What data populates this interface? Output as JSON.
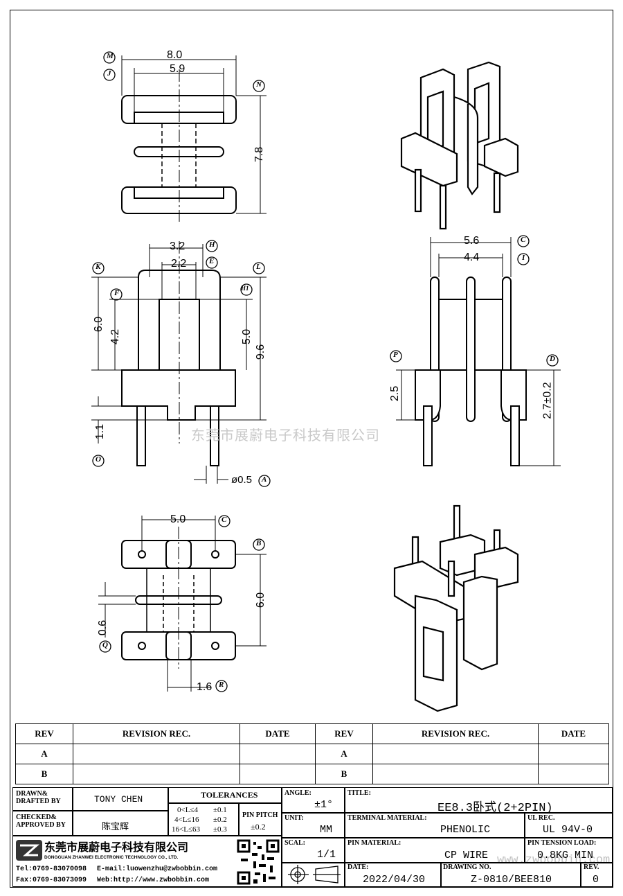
{
  "watermark": "东莞市展蔚电子科技有限公司",
  "watermark_url": "www.zwbobbin.com",
  "dims": {
    "top_view": {
      "width_outer": "8.0",
      "width_inner": "5.9",
      "height": "7.8",
      "M": "M",
      "J": "J",
      "N": "N"
    },
    "front_view": {
      "w1": "3.2",
      "w2": "2.2",
      "h_left": "6.0",
      "h_inner": "4.2",
      "h_right": "5.0",
      "h_total": "9.6",
      "pin_len": "1.1",
      "pin_dia": "ø0.5",
      "K": "K",
      "F": "F",
      "H": "H",
      "E": "E",
      "L": "L",
      "H1": "H1",
      "O": "O",
      "A": "A"
    },
    "side_view": {
      "w_outer": "5.6",
      "w_inner": "4.4",
      "h_left": "2.5",
      "h_right": "2.7±0.2",
      "C": "C",
      "I": "I",
      "P": "P",
      "D": "D"
    },
    "bottom_view": {
      "pitch": "5.0",
      "height": "6.0",
      "slot": "0.6",
      "width": "1.6",
      "C": "C",
      "B": "B",
      "Q": "Q",
      "R": "R"
    }
  },
  "revision_table": {
    "headers": [
      "REV",
      "REVISION REC.",
      "DATE",
      "REV",
      "REVISION REC.",
      "DATE"
    ],
    "rows": [
      [
        "A",
        "",
        "",
        "A",
        "",
        ""
      ],
      [
        "B",
        "",
        "",
        "B",
        "",
        ""
      ]
    ]
  },
  "title_block": {
    "drawn_label": "DRAWN&\nDRAFTED BY",
    "drawn_value": "TONY CHEN",
    "checked_label": "CHECKED&\nAPPROVED BY",
    "checked_value": "陈宝辉",
    "tolerances_label": "TOLERANCES",
    "tol_rows": [
      [
        "0<L≤4",
        "±0.1"
      ],
      [
        "4<L≤16",
        "±0.2"
      ],
      [
        "16<L≤63",
        "±0.3"
      ]
    ],
    "pin_pitch_label": "PIN PITCH",
    "pin_pitch_value": "±0.2",
    "angle_label": "ANGLE:",
    "angle_value": "±1°",
    "unit_label": "UNIT:",
    "unit_value": "MM",
    "scale_label": "SCAL:",
    "scale_value": "1/1",
    "title_label": "TITLE:",
    "title_value": "EE8.3卧式(2+2PIN)",
    "terminal_label": "TERMINAL MATERIAL:",
    "terminal_value": "PHENOLIC",
    "ul_label": "UL REC.",
    "ul_value": "UL 94V-0",
    "pin_material_label": "PIN MATERIAL:",
    "pin_material_value": "CP WIRE",
    "pin_tension_label": "PIN TENSION LOAD:",
    "pin_tension_value": "0.8KG MIN",
    "date_label": "DATE:",
    "date_value": "2022/04/30",
    "drawing_no_label": "DRAWING NO.",
    "drawing_no_value": "Z-0810/BEE810",
    "rev_label": "REV.",
    "rev_value": "0",
    "company_cn": "东莞市展蔚电子科技有限公司",
    "company_en": "DONGGUAN ZHANWEI ELECTRONIC TECHNOLOGY CO., LTD.",
    "tel": "Tel:0769-83070098",
    "email": "E-mail:luowenzhu@zwbobbin.com",
    "fax": "Fax:0769-83073099",
    "web": "Web:http://www.zwbobbin.com"
  }
}
